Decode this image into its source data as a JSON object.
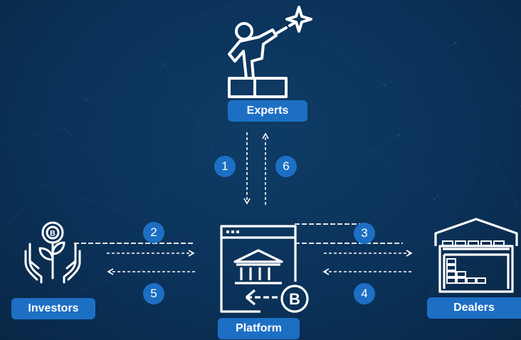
{
  "nodes": {
    "experts": "Experts",
    "investors": "Investors",
    "platform": "Platform",
    "dealers": "Dealers"
  },
  "steps": [
    "1",
    "2",
    "3",
    "4",
    "5",
    "6"
  ],
  "icons": {
    "experts": "person-on-podium-pointing-star-icon",
    "investors": "hands-holding-bitcoin-plant-icon",
    "platform": "bank-window-bitcoin-icon",
    "dealers": "warehouse-icon"
  },
  "colors": {
    "background": "#0b3259",
    "accent": "#1d6fc4",
    "line": "#ffffff"
  }
}
